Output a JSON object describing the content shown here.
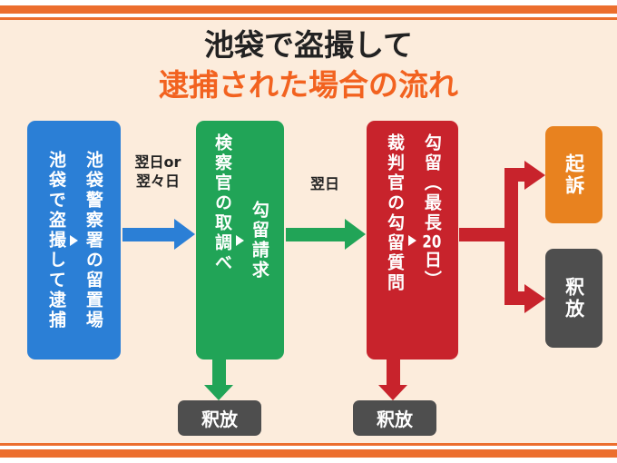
{
  "title": {
    "line1": "池袋で盗撮して",
    "line2": "逮捕された場合の流れ"
  },
  "colors": {
    "accent_orange": "#ec6e2e",
    "title_orange": "#f2621f",
    "stage1_blue": "#2b7fd6",
    "stage2_green": "#21a457",
    "stage3_red": "#c8232c",
    "indict_orange": "#e8821f",
    "release_gray": "#4e4e4e",
    "background_peach": "#fcecdc"
  },
  "flow": {
    "stage1": {
      "left": "池袋で盗撮して逮捕",
      "right": "池袋警察署の留置場"
    },
    "arrow1_label": "翌日or\n翌々日",
    "stage2": {
      "left": "検察官の取調べ",
      "right": "勾留請求"
    },
    "arrow2_label": "翌日",
    "stage3": {
      "left": "裁判官の勾留質問",
      "right": "勾留（最長20日）"
    },
    "outcome_indict": "起訴",
    "outcome_release_right": "釈放",
    "release_under_stage2": "釈放",
    "release_under_stage3": "釈放"
  }
}
